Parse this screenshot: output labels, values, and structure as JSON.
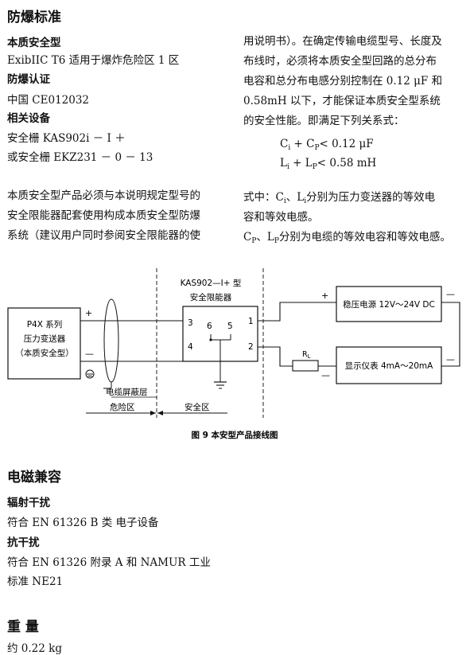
{
  "section_explosion": {
    "title": "防爆标准",
    "intrinsic_title": "本质安全型",
    "intrinsic_line": "ExibIIC T6   适用于爆炸危险区 1 区",
    "cert_title": "防爆认证",
    "cert_line": "中国   CE012032",
    "equip_title": "相关设备",
    "equip_line1": "安全栅   KAS902i － I ＋",
    "equip_line2": "或安全栅   EKZ231 － 0 － 13",
    "para_left": [
      "本质安全型产品必须与本说明规定型号的",
      "安全限能器配套使用构成本质安全型防爆",
      "系统（建议用户同时参阅安全限能器的使"
    ],
    "para_right_top": [
      "用说明书）。在确定传输电缆型号、长度及",
      "布线时，必须将本质安全型回路的总分布",
      "电容和总分布电感分别控制在 0.12 μF 和",
      "0.58mH 以下，才能保证本质安全型系统",
      "的安全性能。即满足下列关系式："
    ],
    "formula1": {
      "a": "C",
      "a_sub": "i",
      "b": " + C",
      "b_sub": "P",
      "c": "< 0.12 μF"
    },
    "formula2": {
      "a": "L",
      "a_sub": "i",
      "b": " + L",
      "b_sub": "P",
      "c": "< 0.58 mH"
    },
    "para_right_bottom": [
      {
        "pre": "式中：C",
        "s1": "i",
        "mid": "、L",
        "s2": "i",
        "post": "分别为压力变送器的等效电"
      },
      {
        "pre": "容和等效电感。",
        "s1": "",
        "mid": "",
        "s2": "",
        "post": ""
      },
      {
        "pre": "C",
        "s1": "P",
        "mid": "、L",
        "s2": "P",
        "post": "分别为电缆的等效电容和等效电感。"
      }
    ]
  },
  "diagram": {
    "barrier_title1": "KAS902—I+ 型",
    "barrier_title2": "安全限能器",
    "transmitter_line1": "P4X 系列",
    "transmitter_line2": "压力变送器",
    "transmitter_line3": "（本质安全型）",
    "term3": "3",
    "term4": "4",
    "term6": "6",
    "term5": "5",
    "term1": "1",
    "term2": "2",
    "plus_left": "+",
    "minus_left": "—",
    "plus_right": "+",
    "minus_right": "—",
    "minus_far1": "—",
    "minus_far2": "—",
    "power_label": "稳压电源 12V～24V DC",
    "display_label": "显示仪表 4mA～20mA",
    "resistor_label": "R",
    "resistor_sub": "L",
    "shield_label": "电缆屏蔽层",
    "hazard_label": "危险区",
    "safe_label": "安全区",
    "caption": "图 9   本安型产品接线图"
  },
  "section_emc": {
    "title": "电磁兼容",
    "radiation_title": "辐射干扰",
    "radiation_line": "符合 EN  61326   B 类   电子设备",
    "immunity_title": "抗干扰",
    "immunity_line1": "符合 EN  61326   附录 A 和 NAMUR 工业",
    "immunity_line2": "标准 NE21"
  },
  "section_weight": {
    "title": "重   量",
    "value": "约 0.22 kg"
  }
}
